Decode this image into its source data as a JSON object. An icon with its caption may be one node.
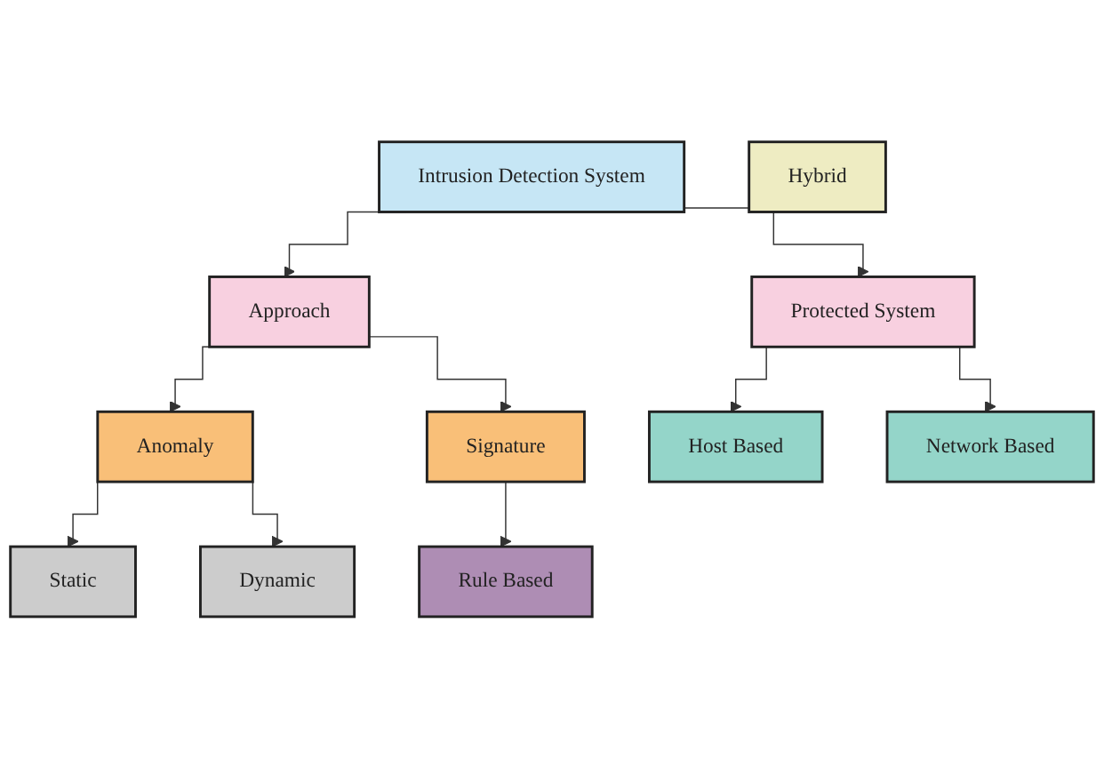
{
  "diagram": {
    "nodes": [
      {
        "text": [
          "Intrusion Detection System"
        ]
      },
      {
        "text": [
          "Approach"
        ]
      },
      {
        "text": [
          "Protected System"
        ]
      },
      {
        "text": [
          "Anomaly"
        ]
      },
      {
        "text": [
          "Hybrid"
        ]
      },
      {
        "text": [
          "Signature"
        ]
      },
      {
        "text": [
          "Host Based"
        ]
      },
      {
        "text": [
          "Network Based"
        ]
      },
      {
        "text": [
          "Static"
        ]
      },
      {
        "text": [
          "Dynamic"
        ]
      },
      {
        "text": [
          "Rule Based"
        ]
      }
    ],
    "edges": [
      {
        "from": 0,
        "to": 1,
        "arrow": "to"
      },
      {
        "from": 0,
        "to": 2,
        "arrow": "to"
      },
      {
        "from": 1,
        "to": 3,
        "arrow": "to"
      },
      {
        "from": 1,
        "to": 5,
        "arrow": "to"
      },
      {
        "from": 2,
        "to": 6,
        "arrow": "to"
      },
      {
        "from": 2,
        "to": 7,
        "arrow": "to"
      },
      {
        "from": 3,
        "to": 8,
        "arrow": "to"
      },
      {
        "from": 3,
        "to": 9,
        "arrow": "to"
      },
      {
        "from": 5,
        "to": 10,
        "arrow": "to"
      }
    ]
  }
}
